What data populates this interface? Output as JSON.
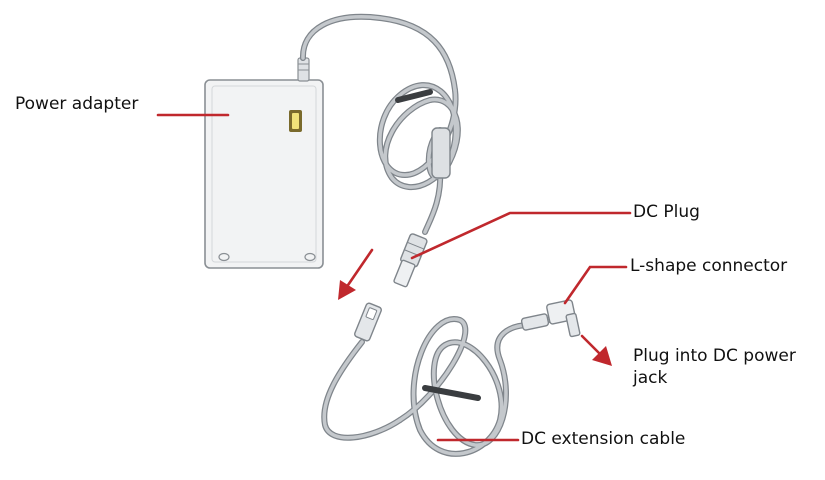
{
  "labels": {
    "power_adapter": "Power adapter",
    "dc_plug": "DC Plug",
    "l_shape_connector": "L-shape connector",
    "plug_into_jack": "Plug into DC power jack",
    "dc_extension_cable": "DC extension cable"
  },
  "colors": {
    "annotation": "#c0282d",
    "cable": "#b8bcc1",
    "cable_edge": "#7f858b",
    "adapter_fill": "#f2f3f4",
    "adapter_edge": "#8a8f94",
    "indicator_outer": "#7a6a2c",
    "indicator_inner": "#f1e27a"
  }
}
